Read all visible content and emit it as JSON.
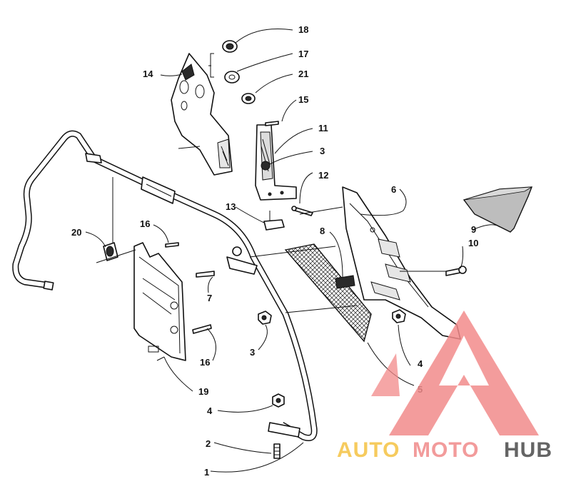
{
  "callouts": [
    {
      "id": "c1",
      "label": "1"
    },
    {
      "id": "c2",
      "label": "2"
    },
    {
      "id": "c3a",
      "label": "3"
    },
    {
      "id": "c3b",
      "label": "3"
    },
    {
      "id": "c4a",
      "label": "4"
    },
    {
      "id": "c4b",
      "label": "4"
    },
    {
      "id": "c5",
      "label": "5"
    },
    {
      "id": "c6",
      "label": "6"
    },
    {
      "id": "c7",
      "label": "7"
    },
    {
      "id": "c8",
      "label": "8"
    },
    {
      "id": "c9",
      "label": "9"
    },
    {
      "id": "c10",
      "label": "10"
    },
    {
      "id": "c11",
      "label": "11"
    },
    {
      "id": "c12",
      "label": "12"
    },
    {
      "id": "c13",
      "label": "13"
    },
    {
      "id": "c14",
      "label": "14"
    },
    {
      "id": "c15",
      "label": "15"
    },
    {
      "id": "c16a",
      "label": "16"
    },
    {
      "id": "c16b",
      "label": "16"
    },
    {
      "id": "c17",
      "label": "17"
    },
    {
      "id": "c18",
      "label": "18"
    },
    {
      "id": "c19",
      "label": "19"
    },
    {
      "id": "c20",
      "label": "20"
    },
    {
      "id": "c21",
      "label": "21"
    }
  ],
  "watermark": {
    "word_auto": "AUTO",
    "word_moto": "MOTO",
    "word_hub": "HUB",
    "colors": {
      "auto": "#f5c242",
      "moto": "#f08a8a",
      "hub": "#4a4a4a",
      "triangle": "#f28b8b"
    }
  }
}
